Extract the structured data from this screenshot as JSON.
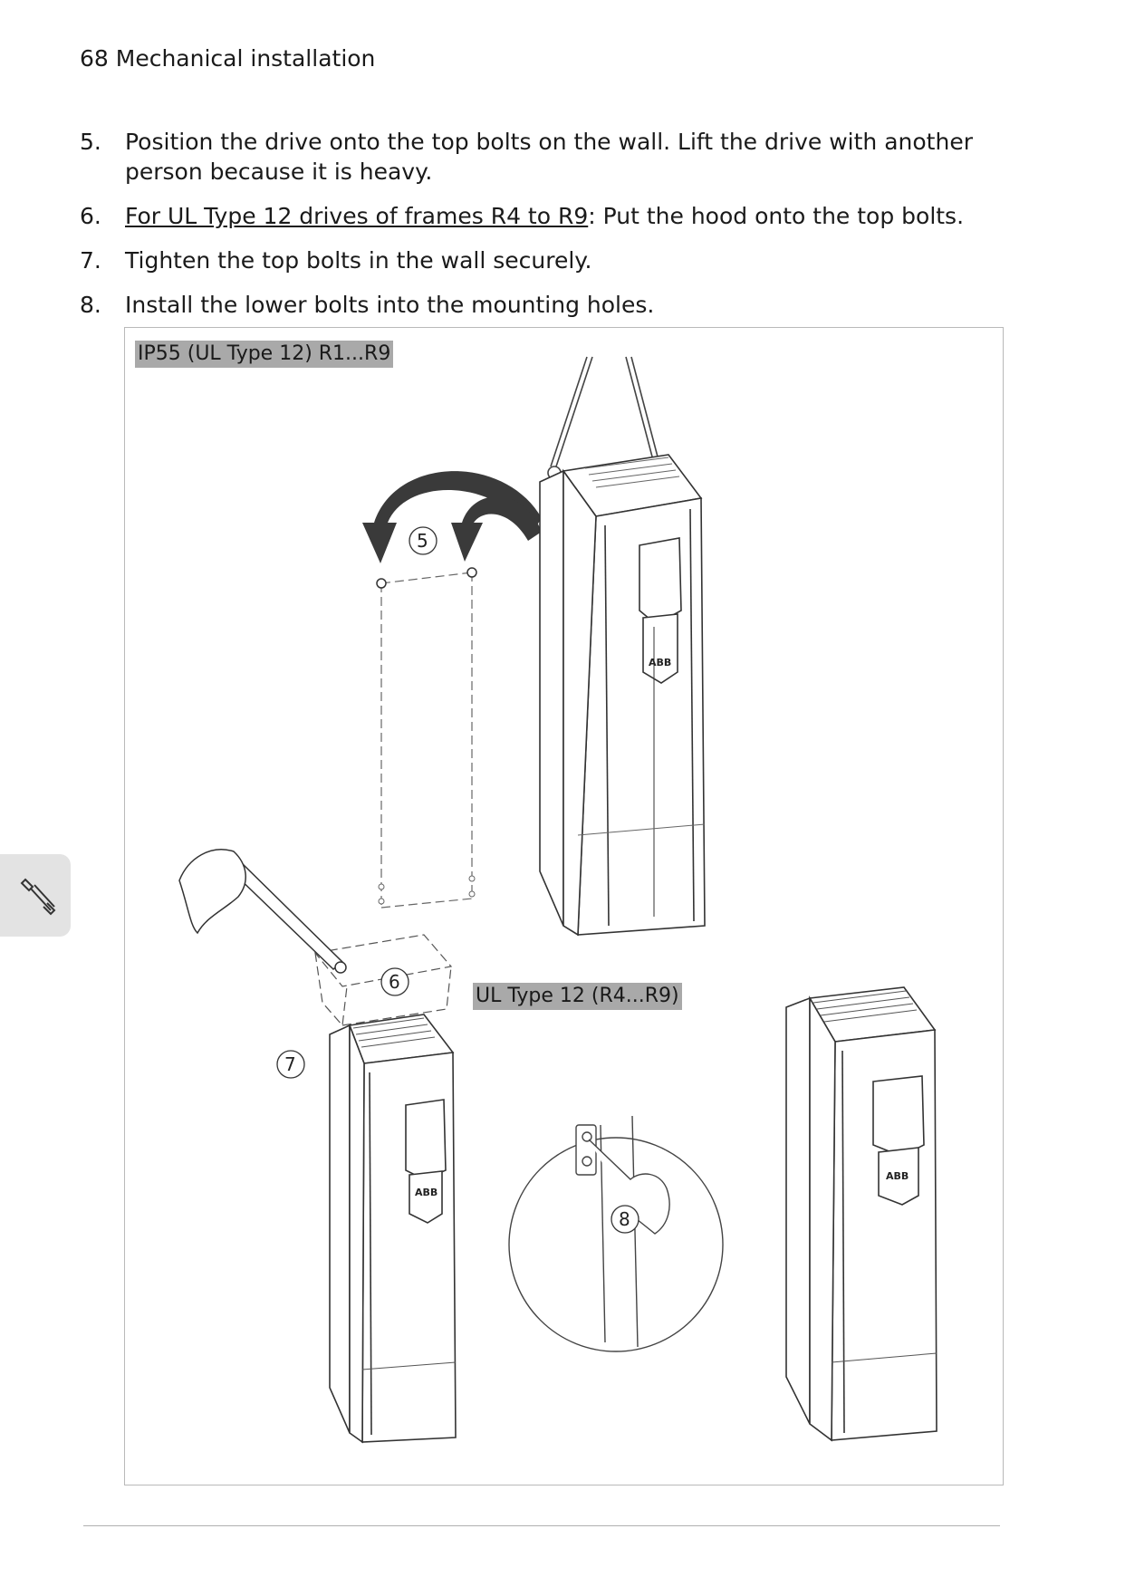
{
  "header": {
    "text": "68 Mechanical installation"
  },
  "steps": [
    {
      "num": "5.",
      "text": "Position the drive onto the top bolts on the wall. Lift the drive with another person because it is heavy."
    },
    {
      "num": "6.",
      "link": "For UL Type 12 drives of frames R4 to R9",
      "text": ": Put the hood onto the top bolts."
    },
    {
      "num": "7.",
      "text": "Tighten the top bolts in the wall securely."
    },
    {
      "num": "8.",
      "text": "Install the lower bolts into the mounting holes."
    }
  ],
  "figure": {
    "label_main": "IP55 (UL Type 12) R1...R9",
    "label_hood": "UL Type 12 (R4...R9)",
    "callouts": [
      "5",
      "6",
      "7",
      "8"
    ],
    "brand_mark": "ABB"
  },
  "side_tab": {
    "icon": "wrench-icon"
  }
}
